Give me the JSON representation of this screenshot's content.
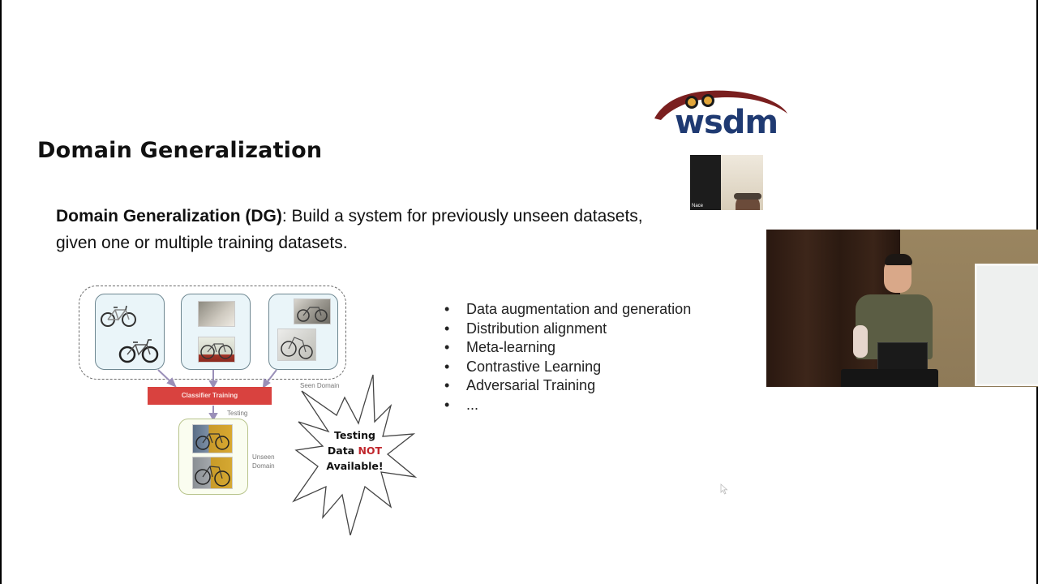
{
  "slide": {
    "title": "Domain Generalization",
    "definition": {
      "term": "Domain Generalization (DG)",
      "separator": ":",
      "text": " Build a system for previously unseen datasets, given one or multiple training datasets."
    },
    "diagram": {
      "classifier_label": "Classifier Training",
      "testing_label": "Testing",
      "seen_domain_label": "Seen Domain",
      "unseen_domain_label_line1": "Unseen",
      "unseen_domain_label_line2": "Domain",
      "burst": {
        "line1": "Testing",
        "line2_prefix": "Data ",
        "line2_highlight": "NOT",
        "line3": "Available!"
      }
    },
    "bullets": [
      "Data augmentation and generation",
      "Distribution alignment",
      "Meta-learning",
      "Contrastive Learning",
      "Adversarial Training",
      "..."
    ],
    "bullet_glyph": "•"
  },
  "logo": {
    "text": "wsdm",
    "color": "#1f3a72",
    "accent": "#7a1f1f"
  },
  "webcam": {
    "participant_name": "Nace"
  },
  "speaker_video": {
    "description": "presenter-at-podium"
  },
  "colors": {
    "classifier_bar": "#d9423f",
    "not_highlight": "#c0262c",
    "seen_card_bg": "#eaf5f9",
    "unseen_card_bg": "#fafdf0"
  }
}
